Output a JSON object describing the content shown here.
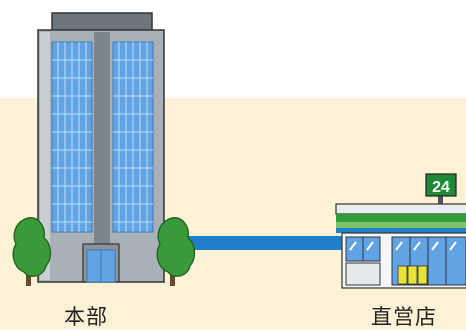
{
  "labels": {
    "headquarters": "本部",
    "direct_store": "直営店"
  },
  "store_sign": "24",
  "colors": {
    "background": "#ffffff",
    "band": "#fdf1d6",
    "connector": "#1f7fc9",
    "building_body": "#a9b0b6",
    "building_roof": "#6e767d",
    "building_windows": "#62a3e3",
    "tree": "#3a9a3a",
    "store_stripe_green": "#2e9e3a",
    "store_stripe_blue": "#1f7fc9",
    "store_sign": "#1e8a35"
  },
  "icons": {
    "headquarters": "office-building-icon",
    "store": "convenience-store-icon",
    "tree": "tree-icon",
    "link": "connection-line"
  }
}
